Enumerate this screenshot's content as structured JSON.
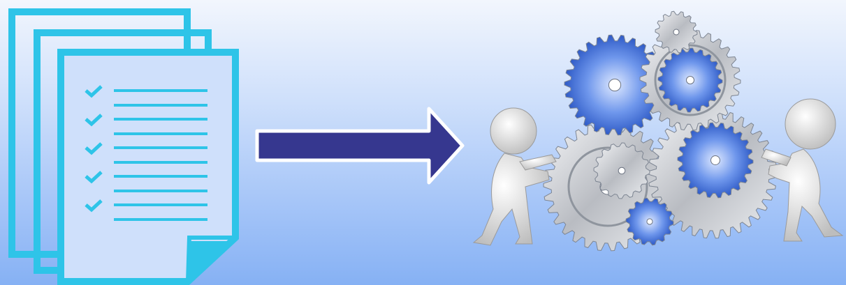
{
  "scene": {
    "background": {
      "top_color": "#f2f6fd",
      "bottom_color": "#86b1f4"
    },
    "documents": {
      "icon": "document-stack-checklist-icon",
      "stroke_color": "#2ec4e8",
      "pages": 3,
      "checklist_rows": 5
    },
    "arrow": {
      "icon": "right-arrow-icon",
      "fill_color": "#36378f",
      "outline_color": "#ffffff"
    },
    "machinery": {
      "icon": "gears-teamwork-icon",
      "gear_blue": "#3f71d6",
      "gear_silver": "#c9ccd1",
      "figures": 2
    }
  }
}
